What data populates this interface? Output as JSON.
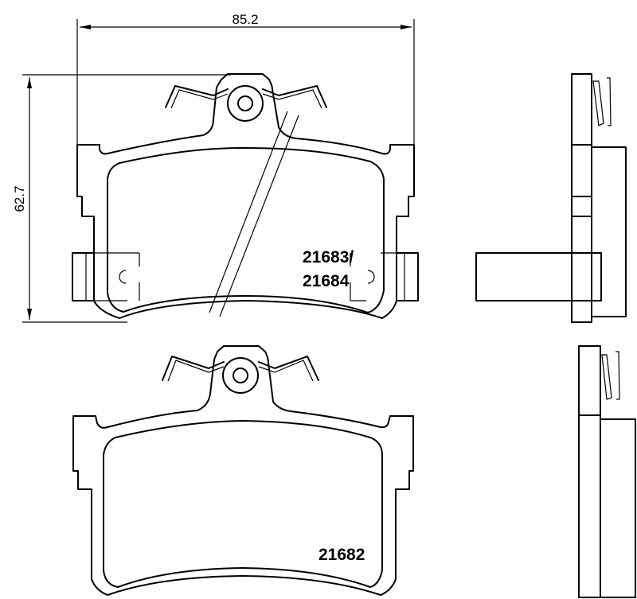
{
  "dimensions": {
    "width": "85.2",
    "height": "62.7"
  },
  "parts": [
    {
      "label_line1": "21683/",
      "label_line2": "21684"
    },
    {
      "label": "21682"
    }
  ],
  "colors": {
    "line": "#000000",
    "background": "#ffffff"
  }
}
